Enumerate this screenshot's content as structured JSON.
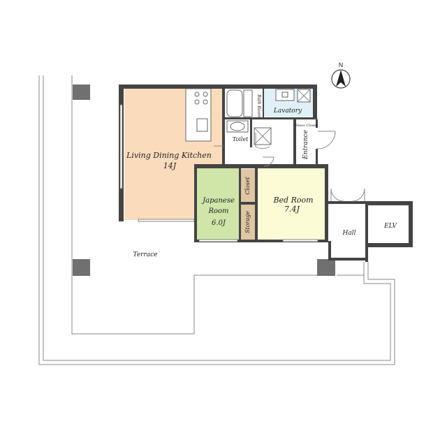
{
  "compass": {
    "letter": "N"
  },
  "colors": {
    "ldk": "#fadcbc",
    "japanese": "#cfe6a8",
    "bedroom": "#fbfbd5",
    "lavatory": "#dff1f6",
    "closet": "#dfc7a3",
    "wall": "#444444",
    "pillar": "#707070"
  },
  "rooms": {
    "ldk": {
      "name": "Living Dining Kitchen",
      "size": "14J"
    },
    "japanese": {
      "name_line1": "Japanese",
      "name_line2": "Room",
      "size": "6.0J"
    },
    "bedroom": {
      "name": "Bed Room",
      "size": "7.4J"
    },
    "closet": "Closet",
    "storage": "Storage",
    "bath": "Bath Room",
    "lavatory": "Lavatory",
    "toilet": "Toilet",
    "shoes_closet": "Shoes Closet",
    "entrance": "Entrance",
    "hall": "Hall",
    "elv": "ELV",
    "terrace": "Terrace"
  }
}
